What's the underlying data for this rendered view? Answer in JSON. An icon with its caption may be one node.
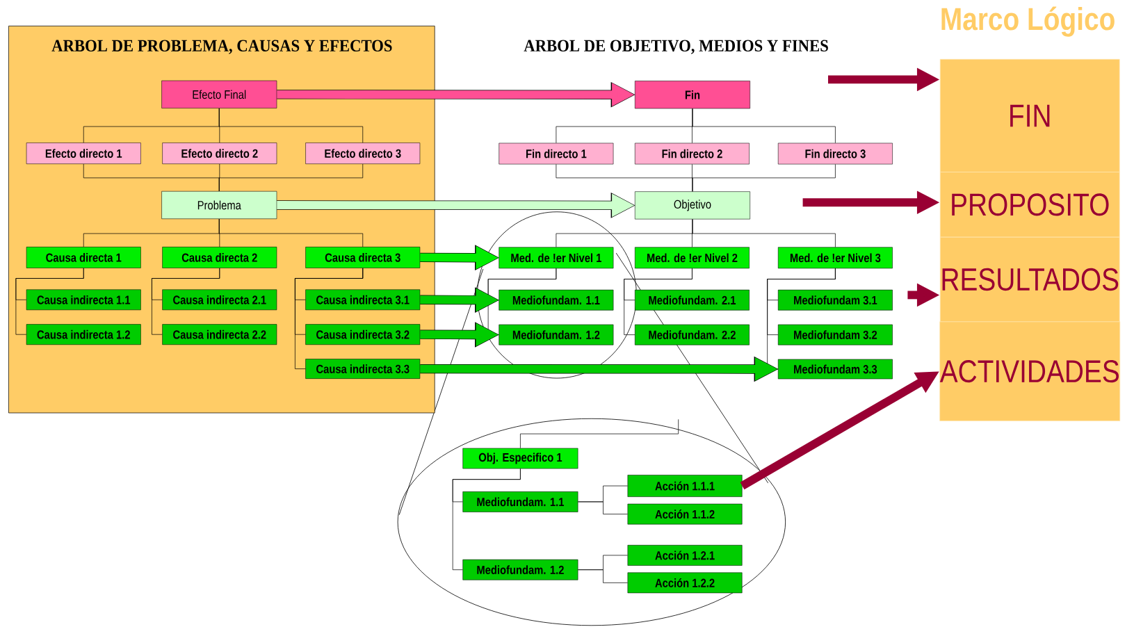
{
  "diagram": {
    "nodes": [
      {
        "text": [
          "ARBOL DE PROBLEMA, CAUSAS Y EFECTOS"
        ]
      },
      {
        "text": [
          "Efecto Final"
        ],
        "in": 0
      },
      {
        "text": [
          "Efecto directo 1"
        ],
        "in": 0
      },
      {
        "text": [
          "Efecto directo 2"
        ],
        "in": 0
      },
      {
        "text": [
          "Efecto directo 3"
        ],
        "in": 0
      },
      {
        "text": [
          "Problema"
        ],
        "in": 0
      },
      {
        "text": [
          "Causa directa 1"
        ],
        "in": 0
      },
      {
        "text": [
          "Causa directa 2"
        ],
        "in": 0
      },
      {
        "text": [
          "Causa directa 3"
        ],
        "in": 0
      },
      {
        "text": [
          "Causa indirecta 1.1"
        ],
        "in": 0
      },
      {
        "text": [
          "Causa indirecta 1.2"
        ],
        "in": 0
      },
      {
        "text": [
          "Causa indirecta 2.1"
        ],
        "in": 0
      },
      {
        "text": [
          "Causa indirecta 2.2"
        ],
        "in": 0
      },
      {
        "text": [
          "Causa indirecta 3.1"
        ],
        "in": 0
      },
      {
        "text": [
          "Causa indirecta 3.2"
        ],
        "in": 0
      },
      {
        "text": [
          "Causa indirecta 3.3"
        ],
        "in": 0
      },
      {
        "text": [
          "Fin"
        ]
      },
      {
        "text": [
          "Fin directo 1"
        ]
      },
      {
        "text": [
          "Fin directo 2"
        ]
      },
      {
        "text": [
          "Fin directo 3"
        ]
      },
      {
        "text": [
          "Objetivo"
        ]
      },
      {
        "text": [
          "Med. de !er Nivel 1"
        ]
      },
      {
        "text": [
          "Med. de !er Nivel 2"
        ]
      },
      {
        "text": [
          "Med. de !er Nivel 3"
        ]
      },
      {
        "text": [
          "Mediofundam. 1.1"
        ]
      },
      {
        "text": [
          "Mediofundam. 1.2"
        ]
      },
      {
        "text": [
          "Mediofundam. 2.1"
        ]
      },
      {
        "text": [
          "Mediofundam. 2.2"
        ]
      },
      {
        "text": [
          "Mediofundam 3.1"
        ]
      },
      {
        "text": [
          "Mediofundam 3.2"
        ]
      },
      {
        "text": [
          "Mediofundam 3.3"
        ]
      },
      {
        "text": [
          "FIN"
        ]
      },
      {
        "text": [
          "PROPOSITO"
        ]
      },
      {
        "text": [
          "RESULTADOS"
        ]
      },
      {
        "text": [
          "ACTIVIDADES"
        ]
      },
      {
        "text": [
          "Obj. Especifico 1"
        ]
      },
      {
        "text": [
          "Mediofundam. 1.1"
        ]
      },
      {
        "text": [
          "Mediofundam. 1.2"
        ]
      },
      {
        "text": [
          "Acción 1.1.1"
        ]
      },
      {
        "text": [
          "Acción 1.1.2"
        ]
      },
      {
        "text": [
          "Acción 1.2.1"
        ]
      },
      {
        "text": [
          "Acción 1.2.2"
        ]
      }
    ],
    "edges": [
      {
        "from": 1,
        "to": 2,
        "arrow": "none"
      },
      {
        "from": 1,
        "to": 3,
        "arrow": "none"
      },
      {
        "from": 1,
        "to": 4,
        "arrow": "none"
      },
      {
        "from": 2,
        "to": 5,
        "arrow": "none"
      },
      {
        "from": 3,
        "to": 5,
        "arrow": "none"
      },
      {
        "from": 4,
        "to": 5,
        "arrow": "none"
      },
      {
        "from": 5,
        "to": 6,
        "arrow": "none"
      },
      {
        "from": 5,
        "to": 7,
        "arrow": "none"
      },
      {
        "from": 5,
        "to": 8,
        "arrow": "none"
      },
      {
        "from": 6,
        "to": 9,
        "arrow": "none"
      },
      {
        "from": 6,
        "to": 10,
        "arrow": "none"
      },
      {
        "from": 7,
        "to": 11,
        "arrow": "none"
      },
      {
        "from": 7,
        "to": 12,
        "arrow": "none"
      },
      {
        "from": 8,
        "to": 13,
        "arrow": "none"
      },
      {
        "from": 8,
        "to": 14,
        "arrow": "none"
      },
      {
        "from": 8,
        "to": 15,
        "arrow": "none"
      },
      {
        "from": 16,
        "to": 17,
        "arrow": "none"
      },
      {
        "from": 16,
        "to": 18,
        "arrow": "none"
      },
      {
        "from": 16,
        "to": 19,
        "arrow": "none"
      },
      {
        "from": 17,
        "to": 20,
        "arrow": "none"
      },
      {
        "from": 18,
        "to": 20,
        "arrow": "none"
      },
      {
        "from": 19,
        "to": 20,
        "arrow": "none"
      },
      {
        "from": 20,
        "to": 21,
        "arrow": "none"
      },
      {
        "from": 20,
        "to": 22,
        "arrow": "none"
      },
      {
        "from": 20,
        "to": 23,
        "arrow": "none"
      },
      {
        "from": 21,
        "to": 24,
        "arrow": "none"
      },
      {
        "from": 21,
        "to": 25,
        "arrow": "none"
      },
      {
        "from": 22,
        "to": 26,
        "arrow": "none"
      },
      {
        "from": 22,
        "to": 27,
        "arrow": "none"
      },
      {
        "from": 23,
        "to": 28,
        "arrow": "none"
      },
      {
        "from": 23,
        "to": 29,
        "arrow": "none"
      },
      {
        "from": 23,
        "to": 30,
        "arrow": "none"
      },
      {
        "from": null,
        "to": 35,
        "arrow": "none"
      },
      {
        "from": 35,
        "to": 36,
        "arrow": "none"
      },
      {
        "from": 35,
        "to": 37,
        "arrow": "none"
      },
      {
        "from": 36,
        "to": 38,
        "arrow": "none"
      },
      {
        "from": 36,
        "to": 39,
        "arrow": "none"
      },
      {
        "from": 37,
        "to": 40,
        "arrow": "none"
      },
      {
        "from": 37,
        "to": 41,
        "arrow": "none"
      },
      {
        "from": 1,
        "to": 16,
        "arrow": "to",
        "style": "thick",
        "color": "#ff4f94"
      },
      {
        "from": 5,
        "to": 20,
        "arrow": "to",
        "style": "thick",
        "color": "#ccffcc"
      },
      {
        "from": 8,
        "to": 21,
        "arrow": "to",
        "style": "thick",
        "color": "#00ee00"
      },
      {
        "from": 13,
        "to": 24,
        "arrow": "to",
        "style": "thick",
        "color": "#00cc00"
      },
      {
        "from": 14,
        "to": 25,
        "arrow": "to",
        "style": "thick",
        "color": "#00cc00"
      },
      {
        "from": 15,
        "to": 30,
        "arrow": "to",
        "style": "thick",
        "color": "#00cc00"
      },
      {
        "from": null,
        "to": 31,
        "arrow": "to",
        "style": "thick",
        "color": "#990033"
      },
      {
        "from": null,
        "to": 32,
        "arrow": "to",
        "style": "thick",
        "color": "#990033"
      },
      {
        "from": null,
        "to": 33,
        "arrow": "to",
        "style": "thick",
        "color": "#990033"
      },
      {
        "from": 38,
        "to": 34,
        "arrow": "to",
        "style": "thick",
        "color": "#990033"
      }
    ],
    "labels": [
      "ARBOL DE OBJETIVO, MEDIOS Y FINES",
      "Marco Lógico"
    ]
  }
}
